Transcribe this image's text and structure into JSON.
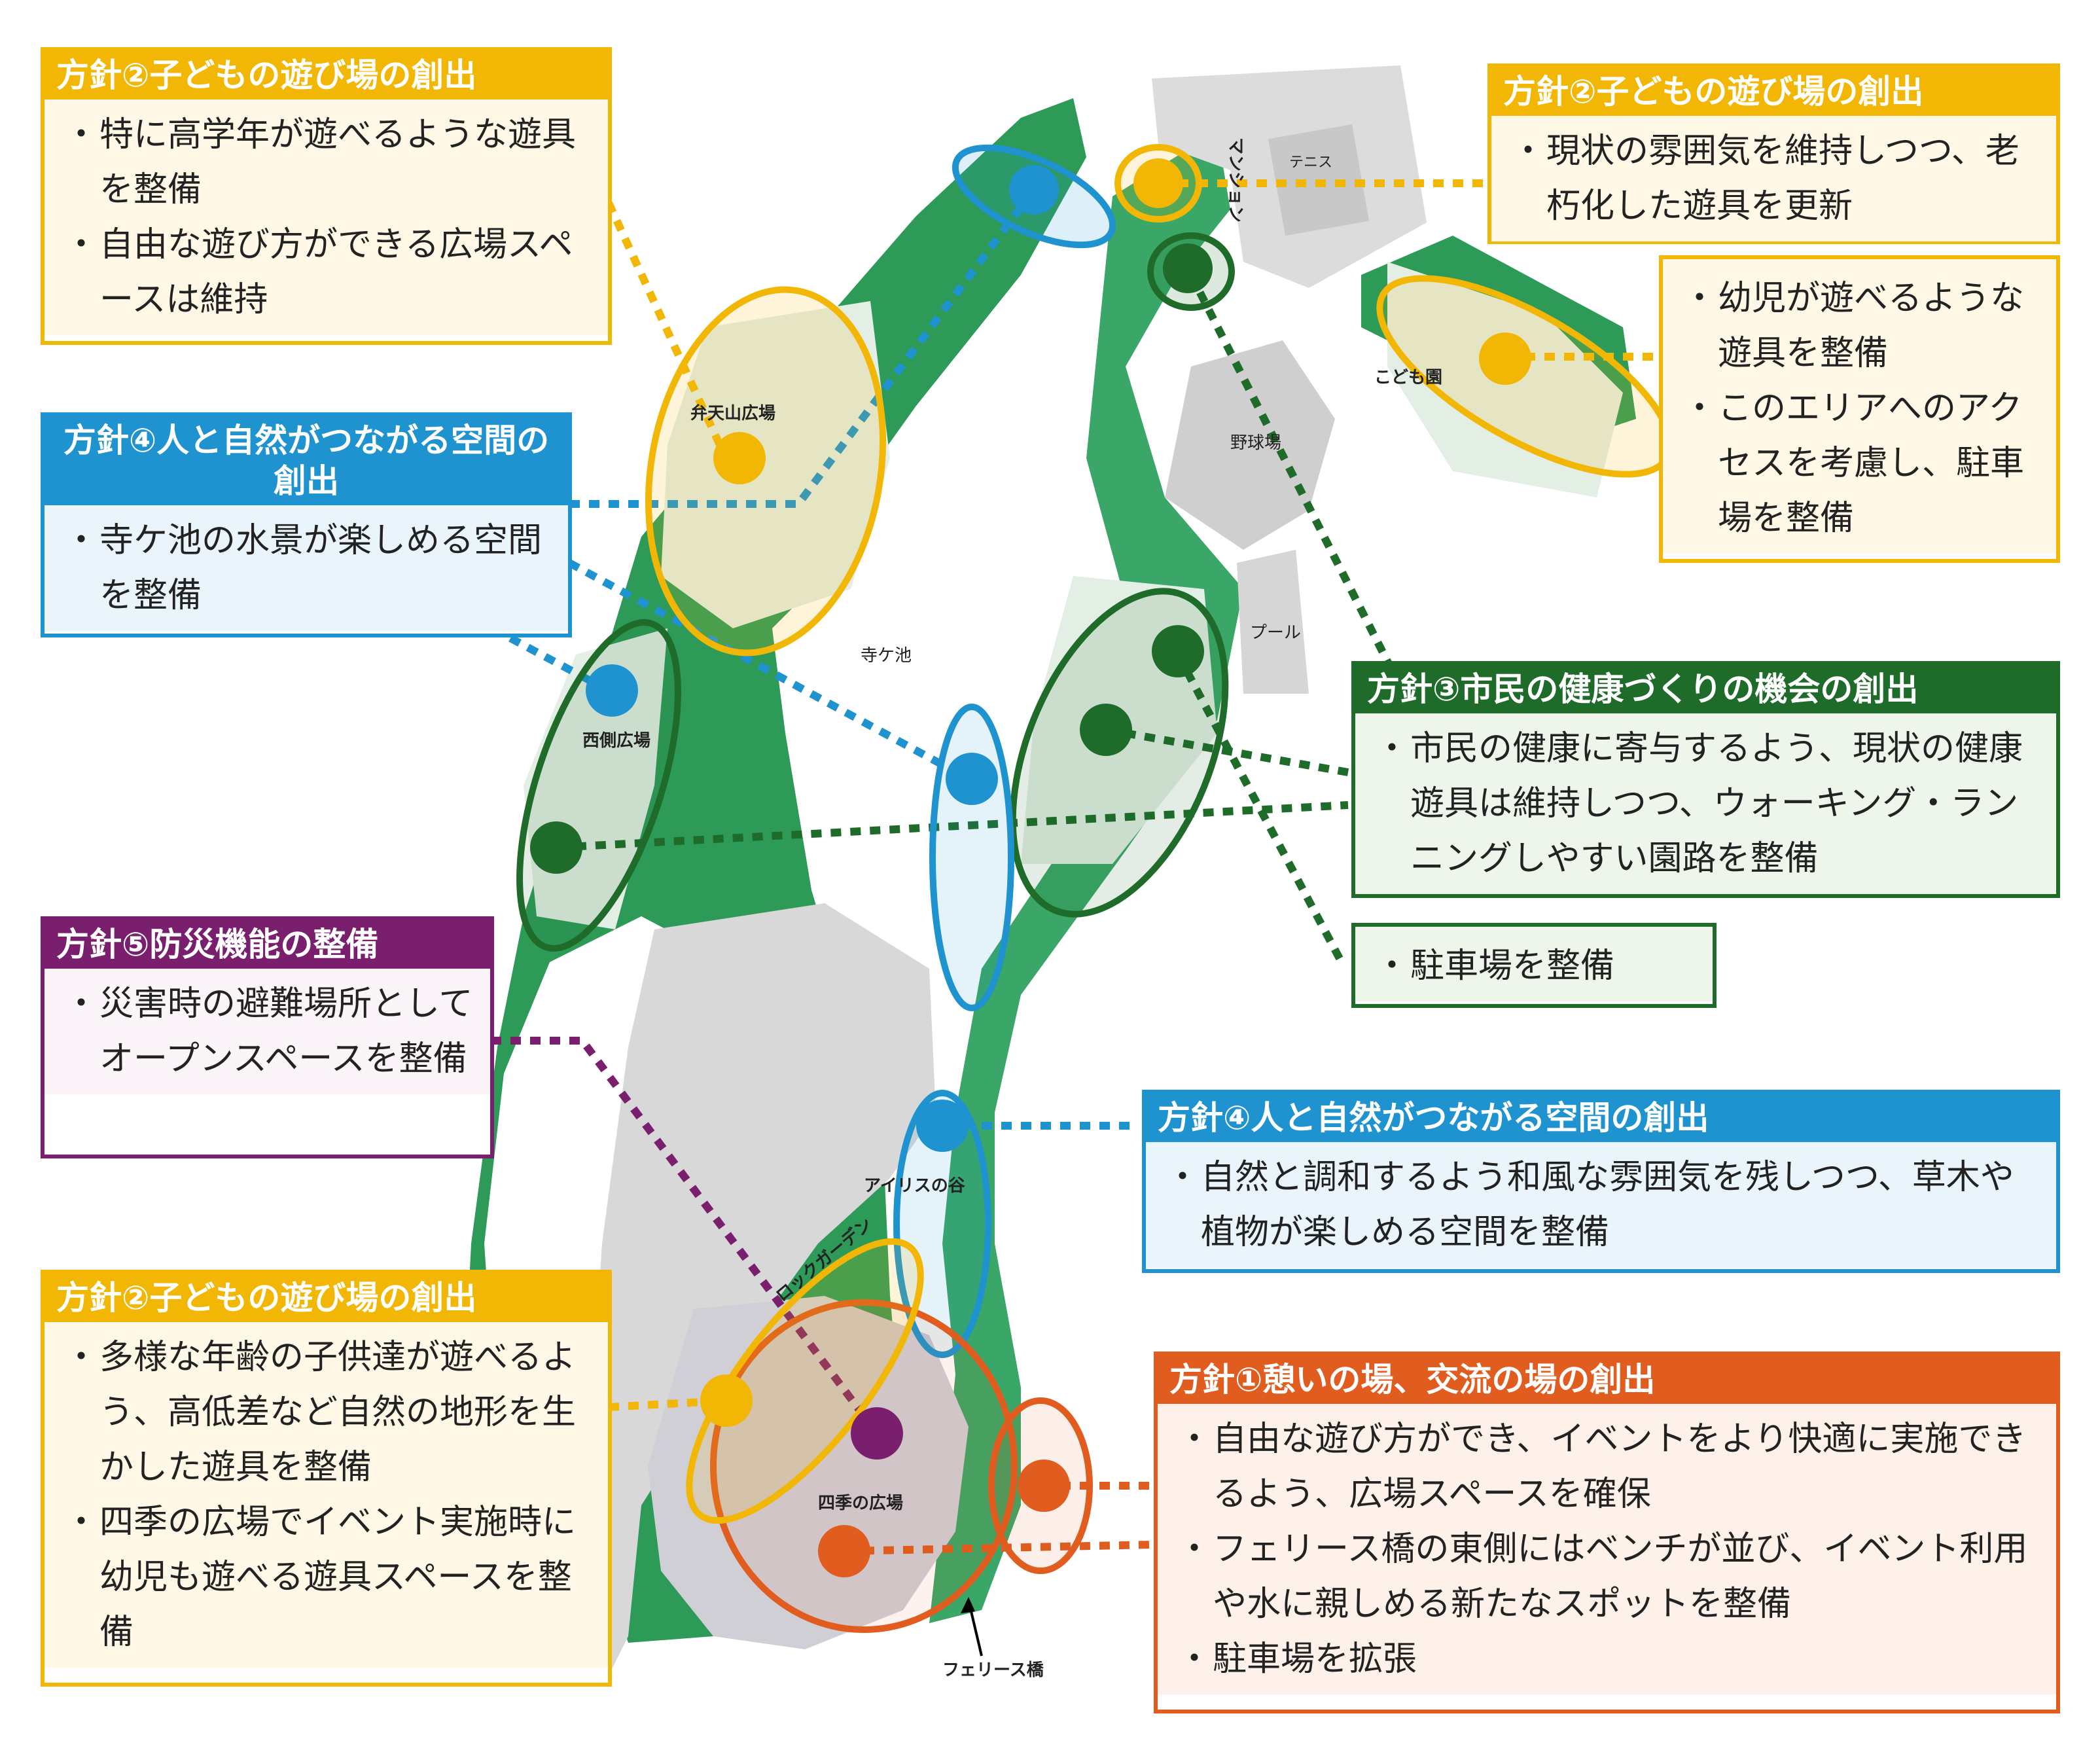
{
  "map": {
    "places": {
      "mansion": "マンション",
      "tennis": "テニス",
      "benten": "弁天山広場",
      "kodomoen": "こども園",
      "baseball": "野球場",
      "pool": "プール",
      "teragaike": "寺ケ池",
      "west": "西側広場",
      "iris": "アイリスの谷",
      "rock": "ロックガーデン",
      "shiki": "四季の広場",
      "ferris": "フェリース橋"
    },
    "colors": {
      "policy1": "#e05d1f",
      "policy2": "#f2b705",
      "policy3": "#1e6b2a",
      "policy4": "#1e93cf",
      "policy5": "#7a1f6e"
    }
  },
  "boxes": {
    "b1": {
      "title": "方針②子どもの遊び場の創出",
      "items": [
        "特に高学年が遊べるような遊具を整備",
        "自由な遊び方ができる広場スペースは維持"
      ]
    },
    "b2": {
      "title": "方針④人と自然がつながる空間の創出",
      "items": [
        "寺ケ池の水景が楽しめる空間を整備"
      ]
    },
    "b3": {
      "title": "方針⑤防災機能の整備",
      "items": [
        "災害時の避難場所としてオープンスペースを整備"
      ]
    },
    "b4": {
      "title": "方針②子どもの遊び場の創出",
      "items": [
        "多様な年齢の子供達が遊べるよう、高低差など自然の地形を生かした遊具を整備",
        "四季の広場でイベント実施時に幼児も遊べる遊具スペースを整備"
      ]
    },
    "b5": {
      "title": "方針②子どもの遊び場の創出",
      "items": [
        "現状の雰囲気を維持しつつ、老朽化した遊具を更新"
      ]
    },
    "b6": {
      "items": [
        "幼児が遊べるような遊具を整備",
        "このエリアへのアクセスを考慮し、駐車場を整備"
      ]
    },
    "b7": {
      "title": "方針③市民の健康づくりの機会の創出",
      "items": [
        "市民の健康に寄与するよう、現状の健康遊具は維持しつつ、ウォーキング・ランニングしやすい園路を整備"
      ]
    },
    "b8": {
      "items": [
        "駐車場を整備"
      ]
    },
    "b9": {
      "title": "方針④人と自然がつながる空間の創出",
      "items": [
        "自然と調和するよう和風な雰囲気を残しつつ、草木や植物が楽しめる空間を整備"
      ]
    },
    "b10": {
      "title": "方針①憩いの場、交流の場の創出",
      "items": [
        "自由な遊び方ができ、イベントをより快適に実施できるよう、広場スペースを確保",
        "フェリース橋の東側にはベンチが並び、イベント利用や水に親しめる新たなスポットを整備",
        "駐車場を拡張"
      ]
    }
  }
}
